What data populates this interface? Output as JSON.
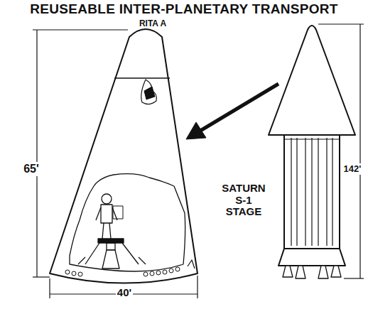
{
  "diagram": {
    "title": "REUSEABLE INTER-PLANETARY TRANSPORT",
    "labels": [
      "RITA A",
      "65'",
      "40'",
      "142'",
      "SATURN S-1 STAGE"
    ]
  }
}
